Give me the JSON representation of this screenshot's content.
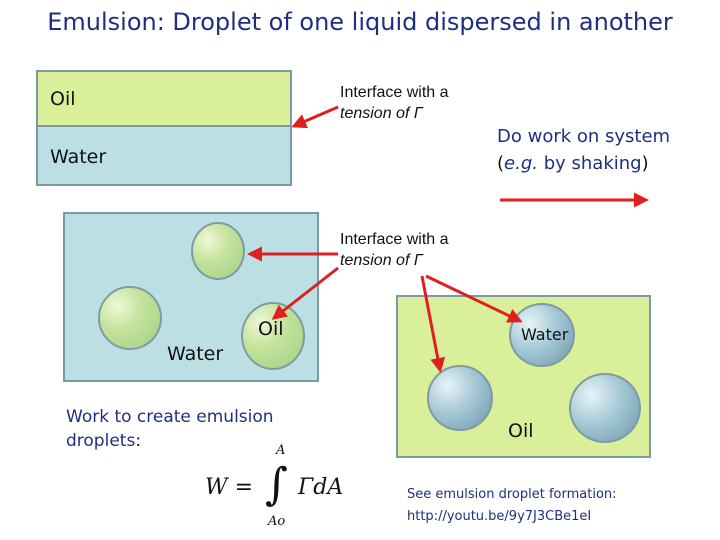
{
  "title": "Emulsion:  Droplet of one liquid dispersed in another",
  "top_diagram": {
    "oil_label": "Oil",
    "water_label": "Water",
    "interface_line1": "Interface with a",
    "interface_line2": "tension of Γ"
  },
  "shaking": {
    "line1": "Do work on system",
    "line2_prefix": "(",
    "line2_italic": "e.g.",
    "line2_rest": " by shaking",
    "line2_suffix": ")"
  },
  "left_panel": {
    "water_label": "Water",
    "oil_label": "Oil",
    "interface_line1": "Interface with a",
    "interface_line2": "tension of Γ"
  },
  "right_panel": {
    "water_label": "Water",
    "oil_label": "Oil"
  },
  "work_text": {
    "line1": "Work to create emulsion",
    "line2_prefix": "droplets",
    "line2_suffix": ":"
  },
  "equation": {
    "lhs": "W =",
    "upper": "A",
    "lower": "Ao",
    "integrand": "ΓdA"
  },
  "reference": {
    "line1": "See emulsion droplet formation:",
    "line2": "http://youtu.be/9y7J3CBe1eI"
  },
  "colors": {
    "title": "#1f2f80",
    "oil": "#d9ef9a",
    "water": "#bcdfe4",
    "arrow": "#e02020"
  }
}
